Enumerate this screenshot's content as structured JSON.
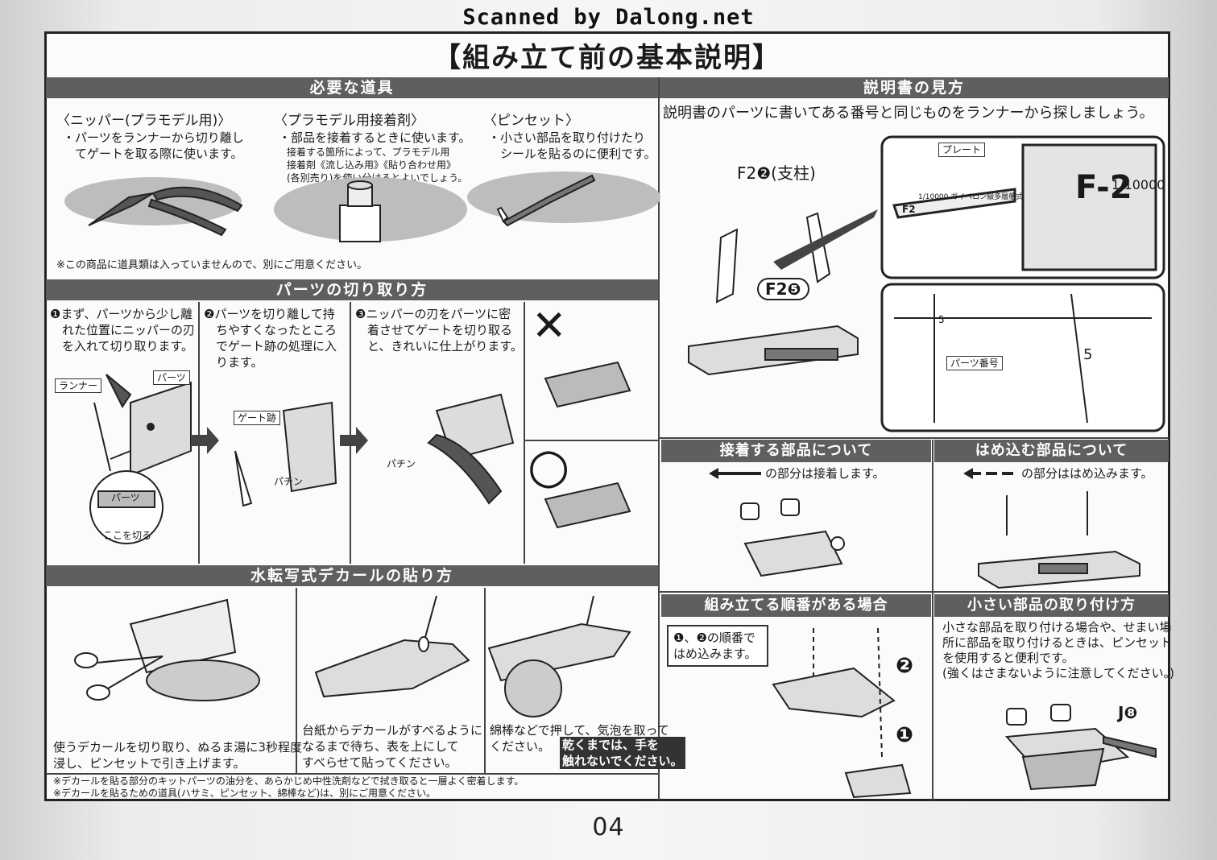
{
  "watermark": "Scanned by Dalong.net",
  "title": "【組み立て前の基本説明】",
  "page_number": "04",
  "tools": {
    "header": "必要な道具",
    "nipper_title": "〈ニッパー(プラモデル用)〉",
    "nipper_desc": "・パーツをランナーから切り離し\n　てゲートを取る際に使います。",
    "glue_title": "〈プラモデル用接着剤〉",
    "glue_desc": "・部品を接着するときに使います。",
    "glue_note": "接着する箇所によって、プラモデル用\n接着剤《流し込み用》《貼り合わせ用》\n(各別売り)を使い分けるとよいでしょう。",
    "tweezers_title": "〈ピンセット〉",
    "tweezers_desc": "・小さい部品を取り付けたり\n　シールを貼るのに便利です。",
    "note": "※この商品に道具類は入っていませんので、別にご用意ください。"
  },
  "cutting": {
    "header": "パーツの切り取り方",
    "step1": "❶まず、パーツから少し離\n　れた位置にニッパーの刃\n　を入れて切り取ります。",
    "step2": "❷パーツを切り離して持\n　ちやすくなったところ\n　でゲート跡の処理に入\n　ります。",
    "step3": "❸ニッパーの刃をパーツに密\n　着させてゲートを切り取る\n　と、きれいに仕上がります。",
    "label_runner": "ランナー",
    "label_parts": "パーツ",
    "label_parts2": "パーツ",
    "label_cut_here": "ここを切る",
    "label_gate": "ゲート跡",
    "sfx1": "パチン",
    "sfx2": "パチン",
    "bad_mark": "✕",
    "good_mark": "○"
  },
  "decal": {
    "header": "水転写式デカールの貼り方",
    "step1": "使うデカールを切り取り、ぬるま湯に3秒程度\n浸し、ピンセットで引き上げます。",
    "step2": "台紙からデカールがすべるように\nなるまで待ち、表を上にして\nすべらせて貼ってください。",
    "step3a": "綿棒などで押して、気泡を取って\nください。",
    "step3b": "乾くまでは、手を\n触れないでください。",
    "note1": "※デカールを貼る部分のキットパーツの油分を、あらかじめ中性洗剤などで拭き取ると一層よく密着します。",
    "note2": "※デカールを貼るための道具(ハサミ、ピンセット、綿棒など)は、別にご用意ください。"
  },
  "manual": {
    "header": "説明書の見方",
    "desc": "説明書のパーツに書いてある番号と同じものをランナーから探しましょう。",
    "label_f2": "F2❷(支柱)",
    "label_f2_5": "F2❺",
    "label_plate": "プレート",
    "label_part_no": "パーツ番号",
    "plate_text1": "F2",
    "plate_text2": "1/10000 ガイペロン級多層艦式",
    "plate_text3": "F-2",
    "plate_text4": "1/10000",
    "runner_no1": "5",
    "runner_no2": "5"
  },
  "glue_parts": {
    "header": "接着する部品について",
    "desc": "の部分は接着します。"
  },
  "snap_parts": {
    "header": "はめ込む部品について",
    "desc": "の部分ははめ込みます。"
  },
  "order": {
    "header": "組み立てる順番がある場合",
    "desc": "❶、❷の順番で\nはめ込みます。",
    "num1": "❶",
    "num2": "❷"
  },
  "small_parts": {
    "header": "小さい部品の取り付け方",
    "desc": "小さな部品を取り付ける場合や、せまい場\n所に部品を取り付けるときは、ピンセット\nを使用すると便利です。\n(強くはさまないように注意してください。)",
    "label_j8": "J❽"
  }
}
